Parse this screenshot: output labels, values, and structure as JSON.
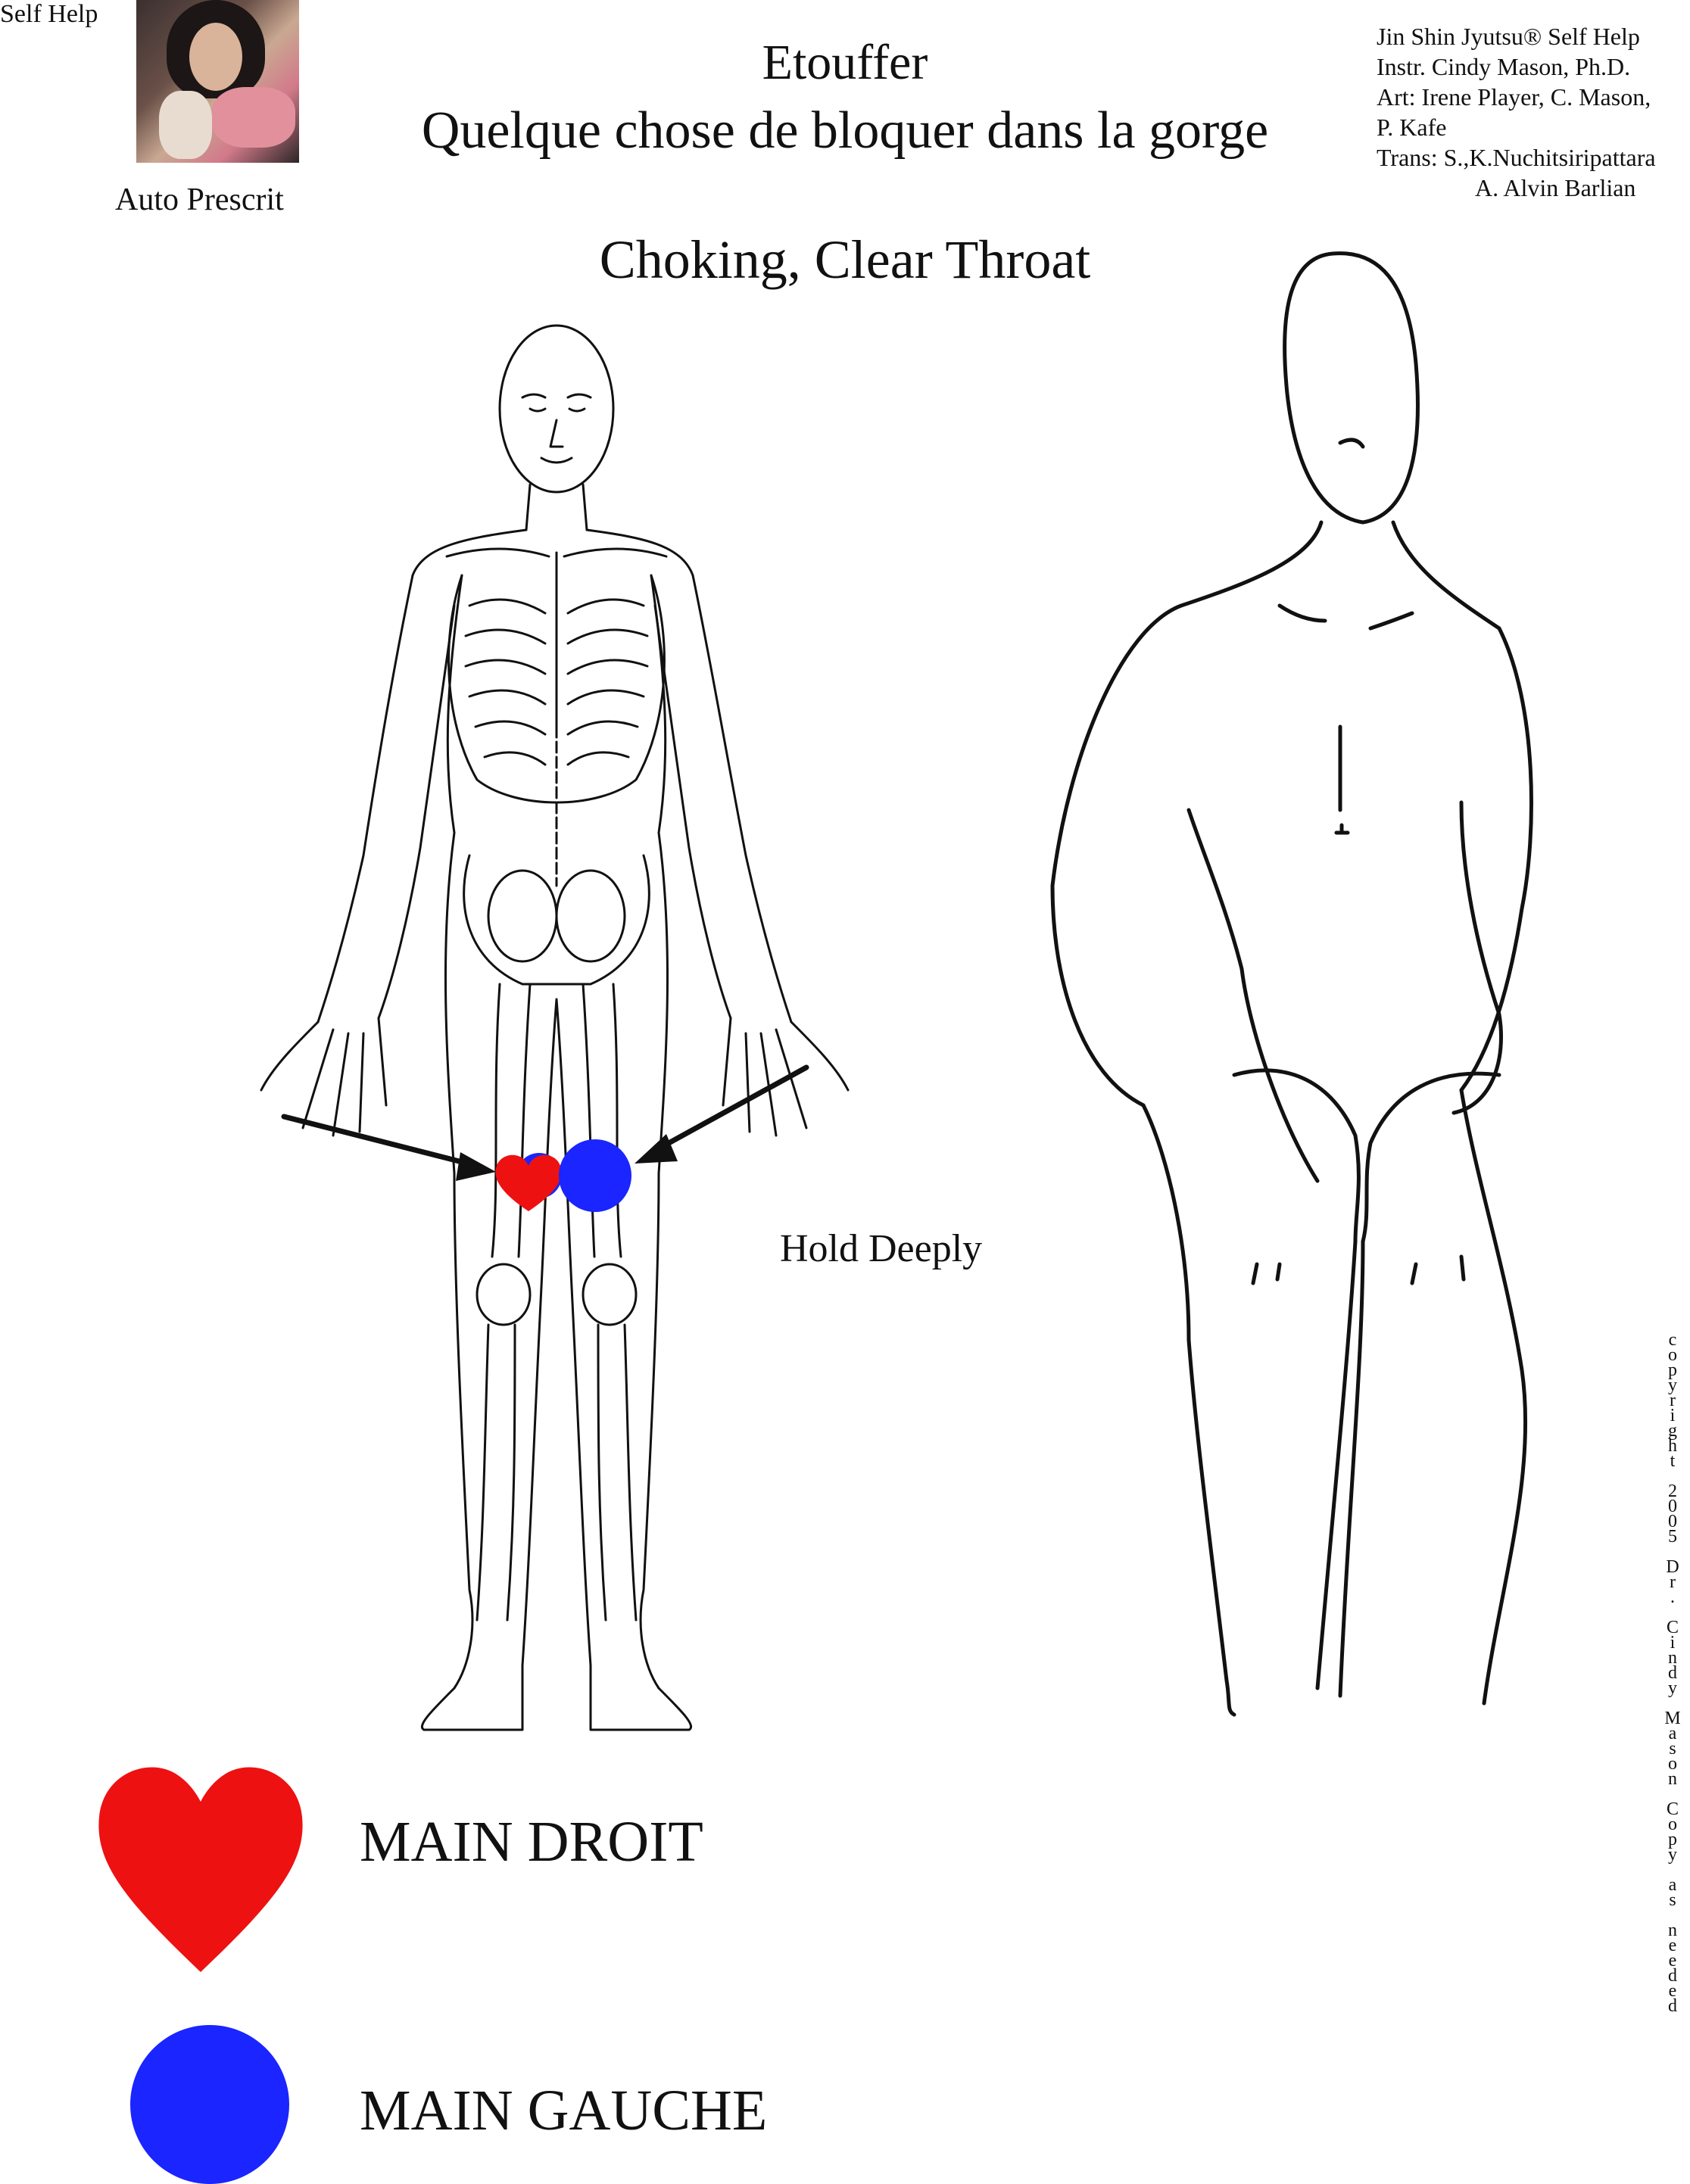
{
  "header": {
    "self_help": "Self Help",
    "auto_prescrit": "Auto Prescrit",
    "title_fr": "Etouffer",
    "subtitle_fr": "Quelque chose de bloquer dans la gorge",
    "title_en": "Choking, Clear Throat"
  },
  "credits": {
    "line1": "Jin Shin Jyutsu® Self Help",
    "line2": "Instr.  Cindy Mason, Ph.D.",
    "line3": "Art: Irene Player, C. Mason,",
    "line4": "P. Kafe",
    "line5": "Trans: S.,K.Nuchitsiripattara",
    "line6": "A. Alvin Barlian"
  },
  "instruction": "Hold Deeply",
  "legend": {
    "right_hand_label": "MAIN DROIT",
    "left_hand_label": "MAIN GAUCHE"
  },
  "colors": {
    "right_hand": "#ee1111",
    "left_hand": "#1a25ff",
    "line": "#111111"
  },
  "icons": {
    "right_hand": "heart-icon",
    "left_hand": "circle-icon"
  },
  "copyright": "copyright 2005 Dr. Cindy Mason Copy as needed"
}
